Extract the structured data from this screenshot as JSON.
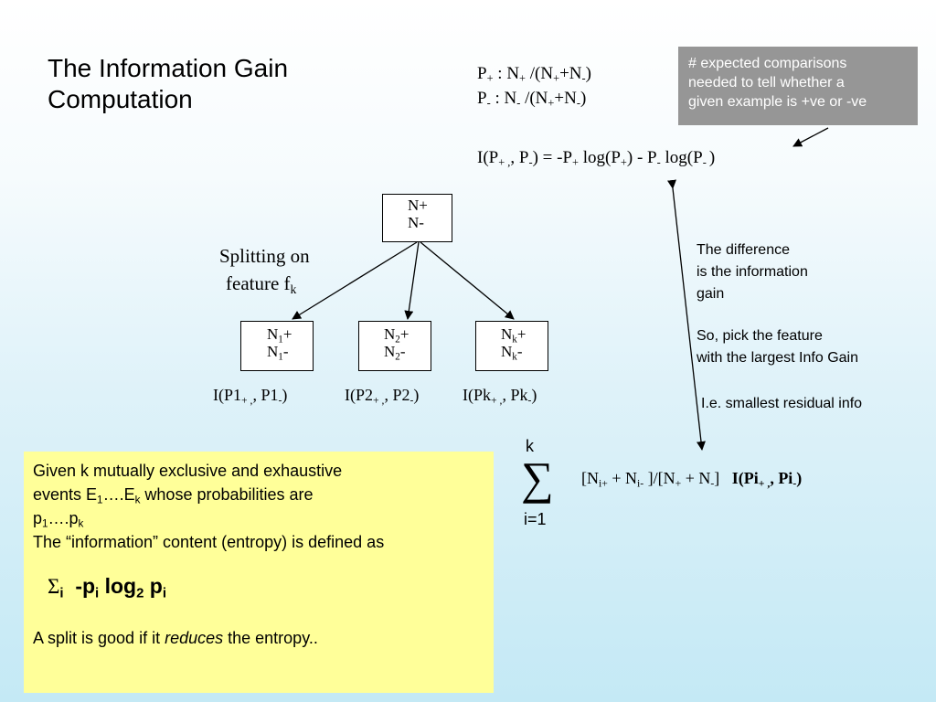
{
  "title": {
    "line1": "The Information Gain",
    "line2": "Computation"
  },
  "note_box": {
    "line1": "# expected comparisons",
    "line2": "needed to tell whether a",
    "line3": "given example is +ve or -ve"
  },
  "root_node": {
    "pos": "N+",
    "neg": "N-"
  },
  "split_label": {
    "line1": "Splitting on",
    "line2": "feature f",
    "sub": "k"
  },
  "child_nodes": [
    {
      "idx": "1"
    },
    {
      "idx": "2"
    },
    {
      "idx": "k"
    }
  ],
  "info_text": {
    "l1": "The difference",
    "l2": "is the information",
    "l3": "gain",
    "l4": "So, pick the feature",
    "l5": "with the largest Info Gain",
    "l6": "I.e. smallest residual info"
  },
  "summation": {
    "upper": "k",
    "symbol": "∑",
    "lower": "i=1"
  },
  "yellow_box": {
    "line1": "Given k mutually exclusive and exhaustive",
    "line2_a": "events E",
    "line2_b": "….E",
    "line2_c": " whose probabilities are",
    "line3_a": " p",
    "line3_b": "….p",
    "line4": "The “information” content  (entropy) is defined as",
    "sum_symbol": "Σ",
    "sum_sub": "i",
    "neg_p": "-p",
    "log_text": "log",
    "log_base": "2",
    "p_text": "p",
    "line6_a": "A split is good if it ",
    "line6_b": "reduces",
    "line6_c": " the entropy.."
  }
}
